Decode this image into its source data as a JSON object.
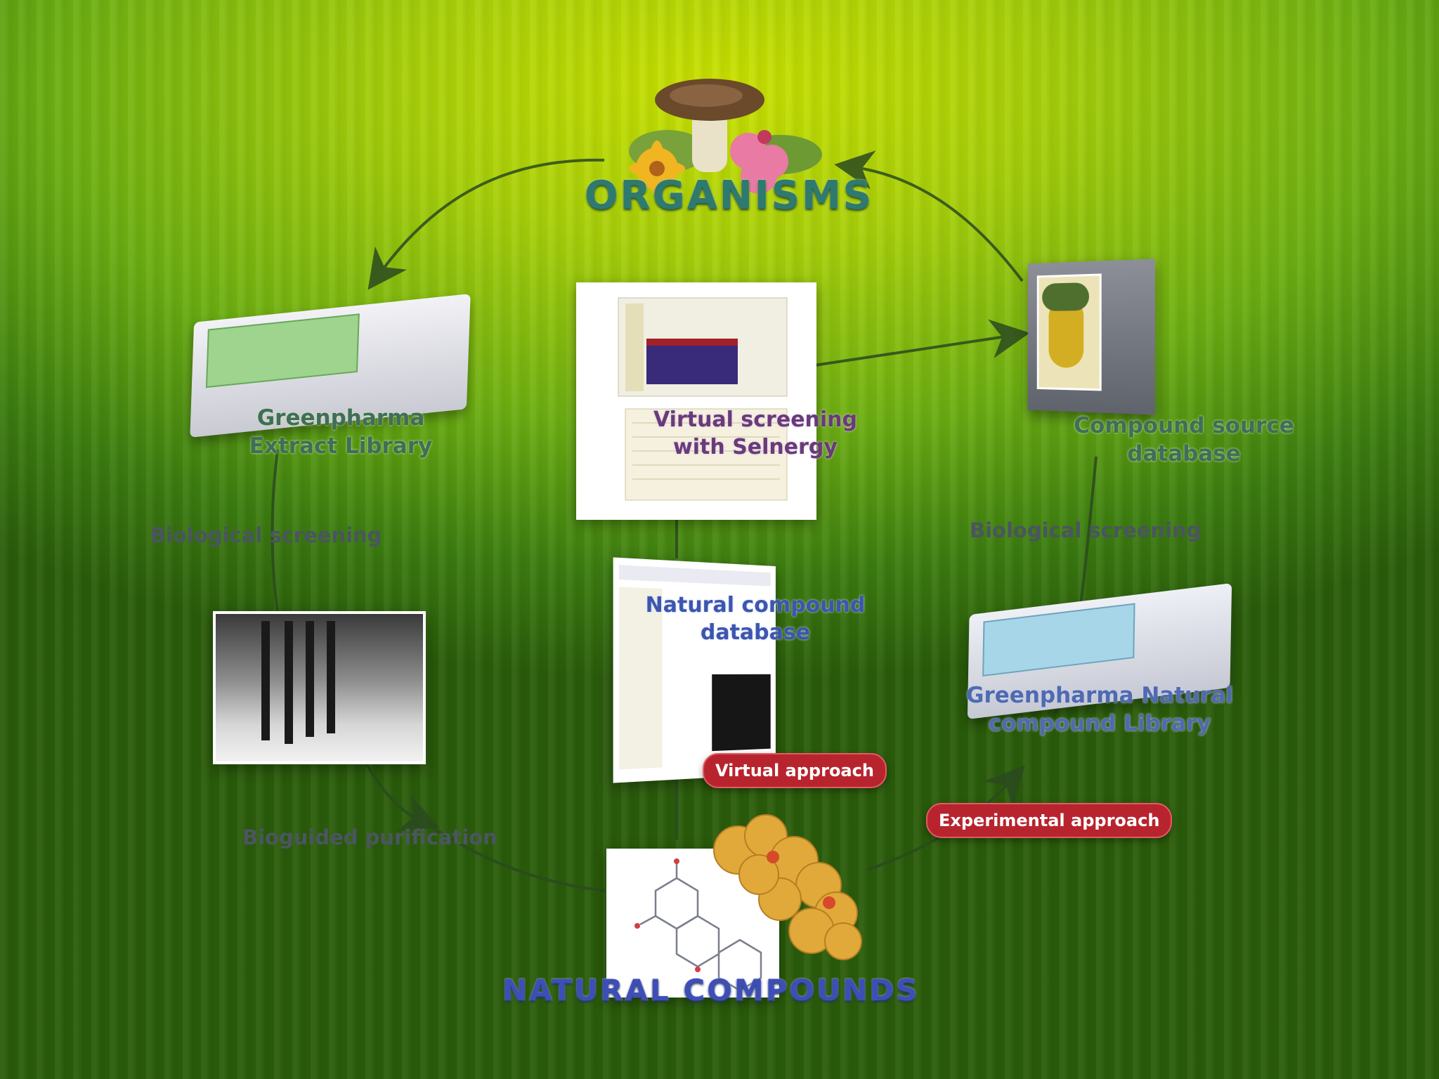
{
  "title_top": "ORGANISMS",
  "title_bottom": "NATURAL COMPOUNDS",
  "nodes": {
    "extract_library": "Greenpharma\nExtract Library",
    "virtual_screening": "Virtual screening\nwith Selnergy",
    "compound_source_db": "Compound source\ndatabase",
    "natural_compound_db": "Natural compound\ndatabase",
    "natural_library": "Greenpharma Natural\ncompound Library"
  },
  "edges": {
    "bio_screening_left": "Biological screening",
    "bio_screening_right": "Biological screening",
    "bioguided_purification": "Bioguided purification"
  },
  "badges": {
    "virtual_approach": "Virtual approach",
    "experimental_approach": "Experimental approach"
  },
  "colors": {
    "heading_top": "#2f7a6e",
    "heading_bottom": "#3d4fb6",
    "node_text": "#3f6e5a",
    "edge_text": "#4b5560",
    "purple_text": "#6a3a7a",
    "blue_text": "#3c56b0",
    "badge_bg": "#b8242e"
  },
  "icons": [
    "mushroom-flowers-illustration",
    "molecule-structure-icon",
    "pipette-photo",
    "plate-icon",
    "screen-icon"
  ]
}
